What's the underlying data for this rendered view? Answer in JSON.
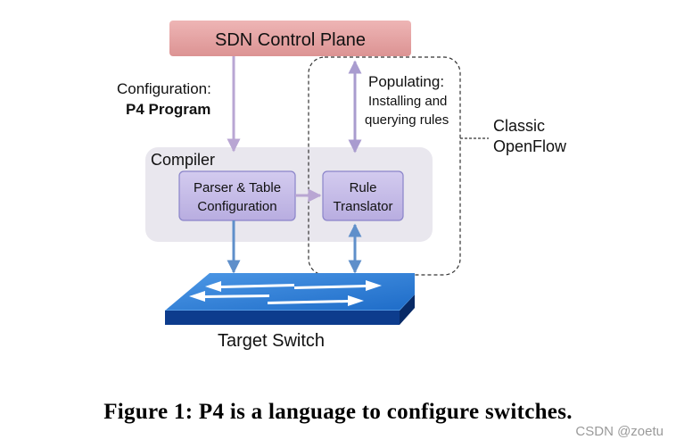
{
  "colors": {
    "control_plane_fill": "#e6a3a3",
    "compiler_fill": "#e9e7ee",
    "inner_box_fill": "#c6bce6",
    "inner_box_stroke": "#8a84c9",
    "config_arrow": "#b9a6d3",
    "openflow_arrow": "#a99ccf",
    "switch_arrow": "#6e9bcf",
    "switch_top": "#2f7fd6",
    "switch_side": "#0d3c8d"
  },
  "diagram": {
    "control_plane": "SDN Control Plane",
    "config_label_1": "Configuration:",
    "config_label_2": "P4 Program",
    "populating_title": "Populating:",
    "populating_line_1": "Installing and",
    "populating_line_2": "querying rules",
    "classic_line_1": "Classic",
    "classic_line_2": "OpenFlow",
    "compiler": "Compiler",
    "parser_line_1": "Parser & Table",
    "parser_line_2": "Configuration",
    "rule_line_1": "Rule",
    "rule_line_2": "Translator",
    "target_switch": "Target Switch"
  },
  "caption": "Figure 1: P4 is a language to configure switches.",
  "watermark": "CSDN @zoetu"
}
